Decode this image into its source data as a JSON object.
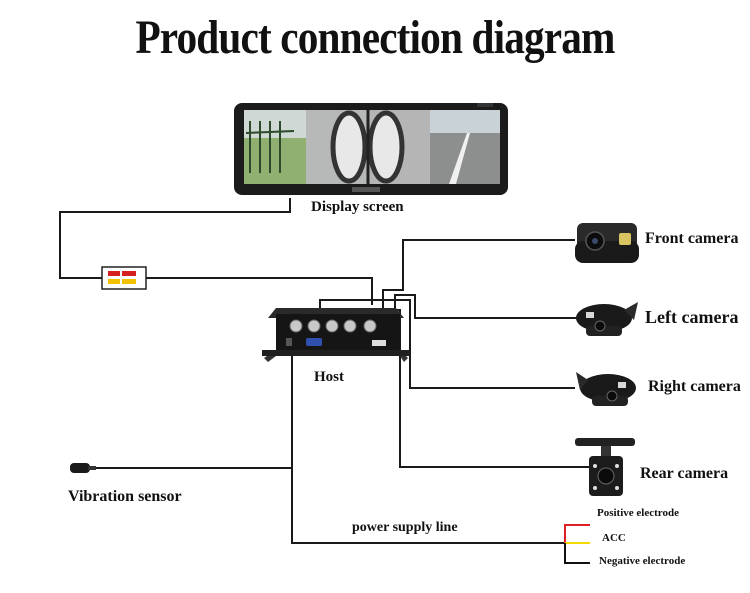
{
  "title": "Product connection diagram",
  "labels": {
    "display_screen": "Display screen",
    "host": "Host",
    "front_camera": "Front camera",
    "left_camera": "Left camera",
    "right_camera": "Right camera",
    "rear_camera": "Rear camera",
    "vibration_sensor": "Vibration sensor",
    "power_supply_line": "power supply line",
    "positive_electrode": "Positive electrode",
    "acc": "ACC",
    "negative_electrode": "Negative electrode"
  },
  "colors": {
    "wire": "#1a1a1a",
    "positive_wire": "#e02020",
    "acc_wire": "#f5d800",
    "negative_wire": "#111111",
    "rca_yellow": "#f2c200",
    "rca_red": "#d62020"
  }
}
